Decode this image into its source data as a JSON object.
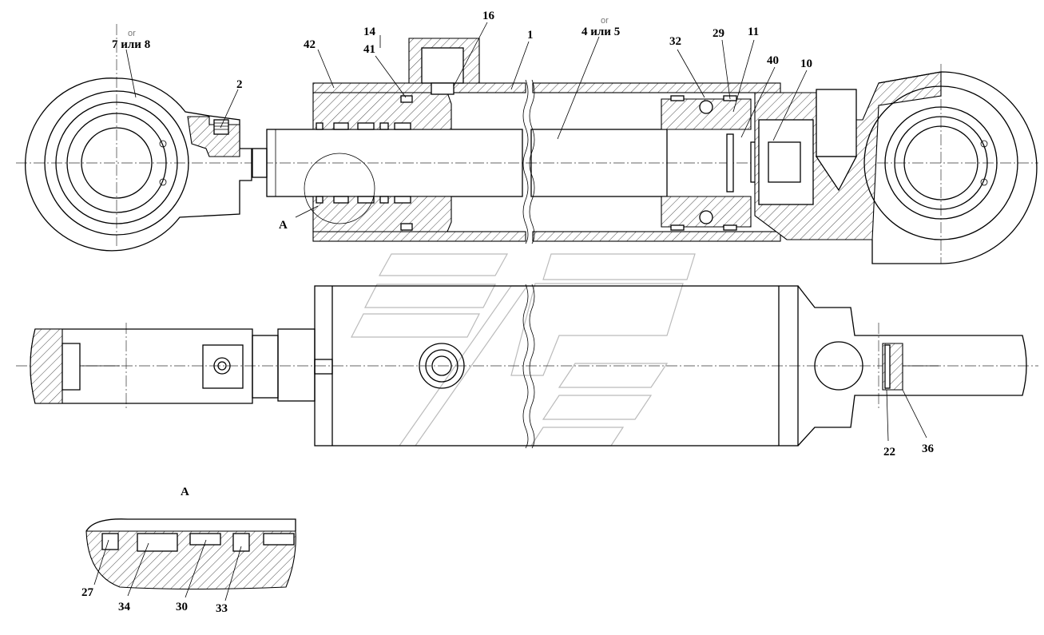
{
  "labels": {
    "eye_left": "7 или 8",
    "eye_left_or": "or",
    "rod": "4 или 5",
    "rod_or": "or",
    "p1": "1",
    "p2": "2",
    "p10": "10",
    "p11": "11",
    "p14": "14",
    "p16": "16",
    "p22": "22",
    "p27": "27",
    "p29": "29",
    "p30": "30",
    "p32": "32",
    "p33": "33",
    "p34": "34",
    "p36": "36",
    "p40": "40",
    "p41": "41",
    "p42": "42",
    "section_a_marker": "А",
    "section_a_title": "А"
  }
}
